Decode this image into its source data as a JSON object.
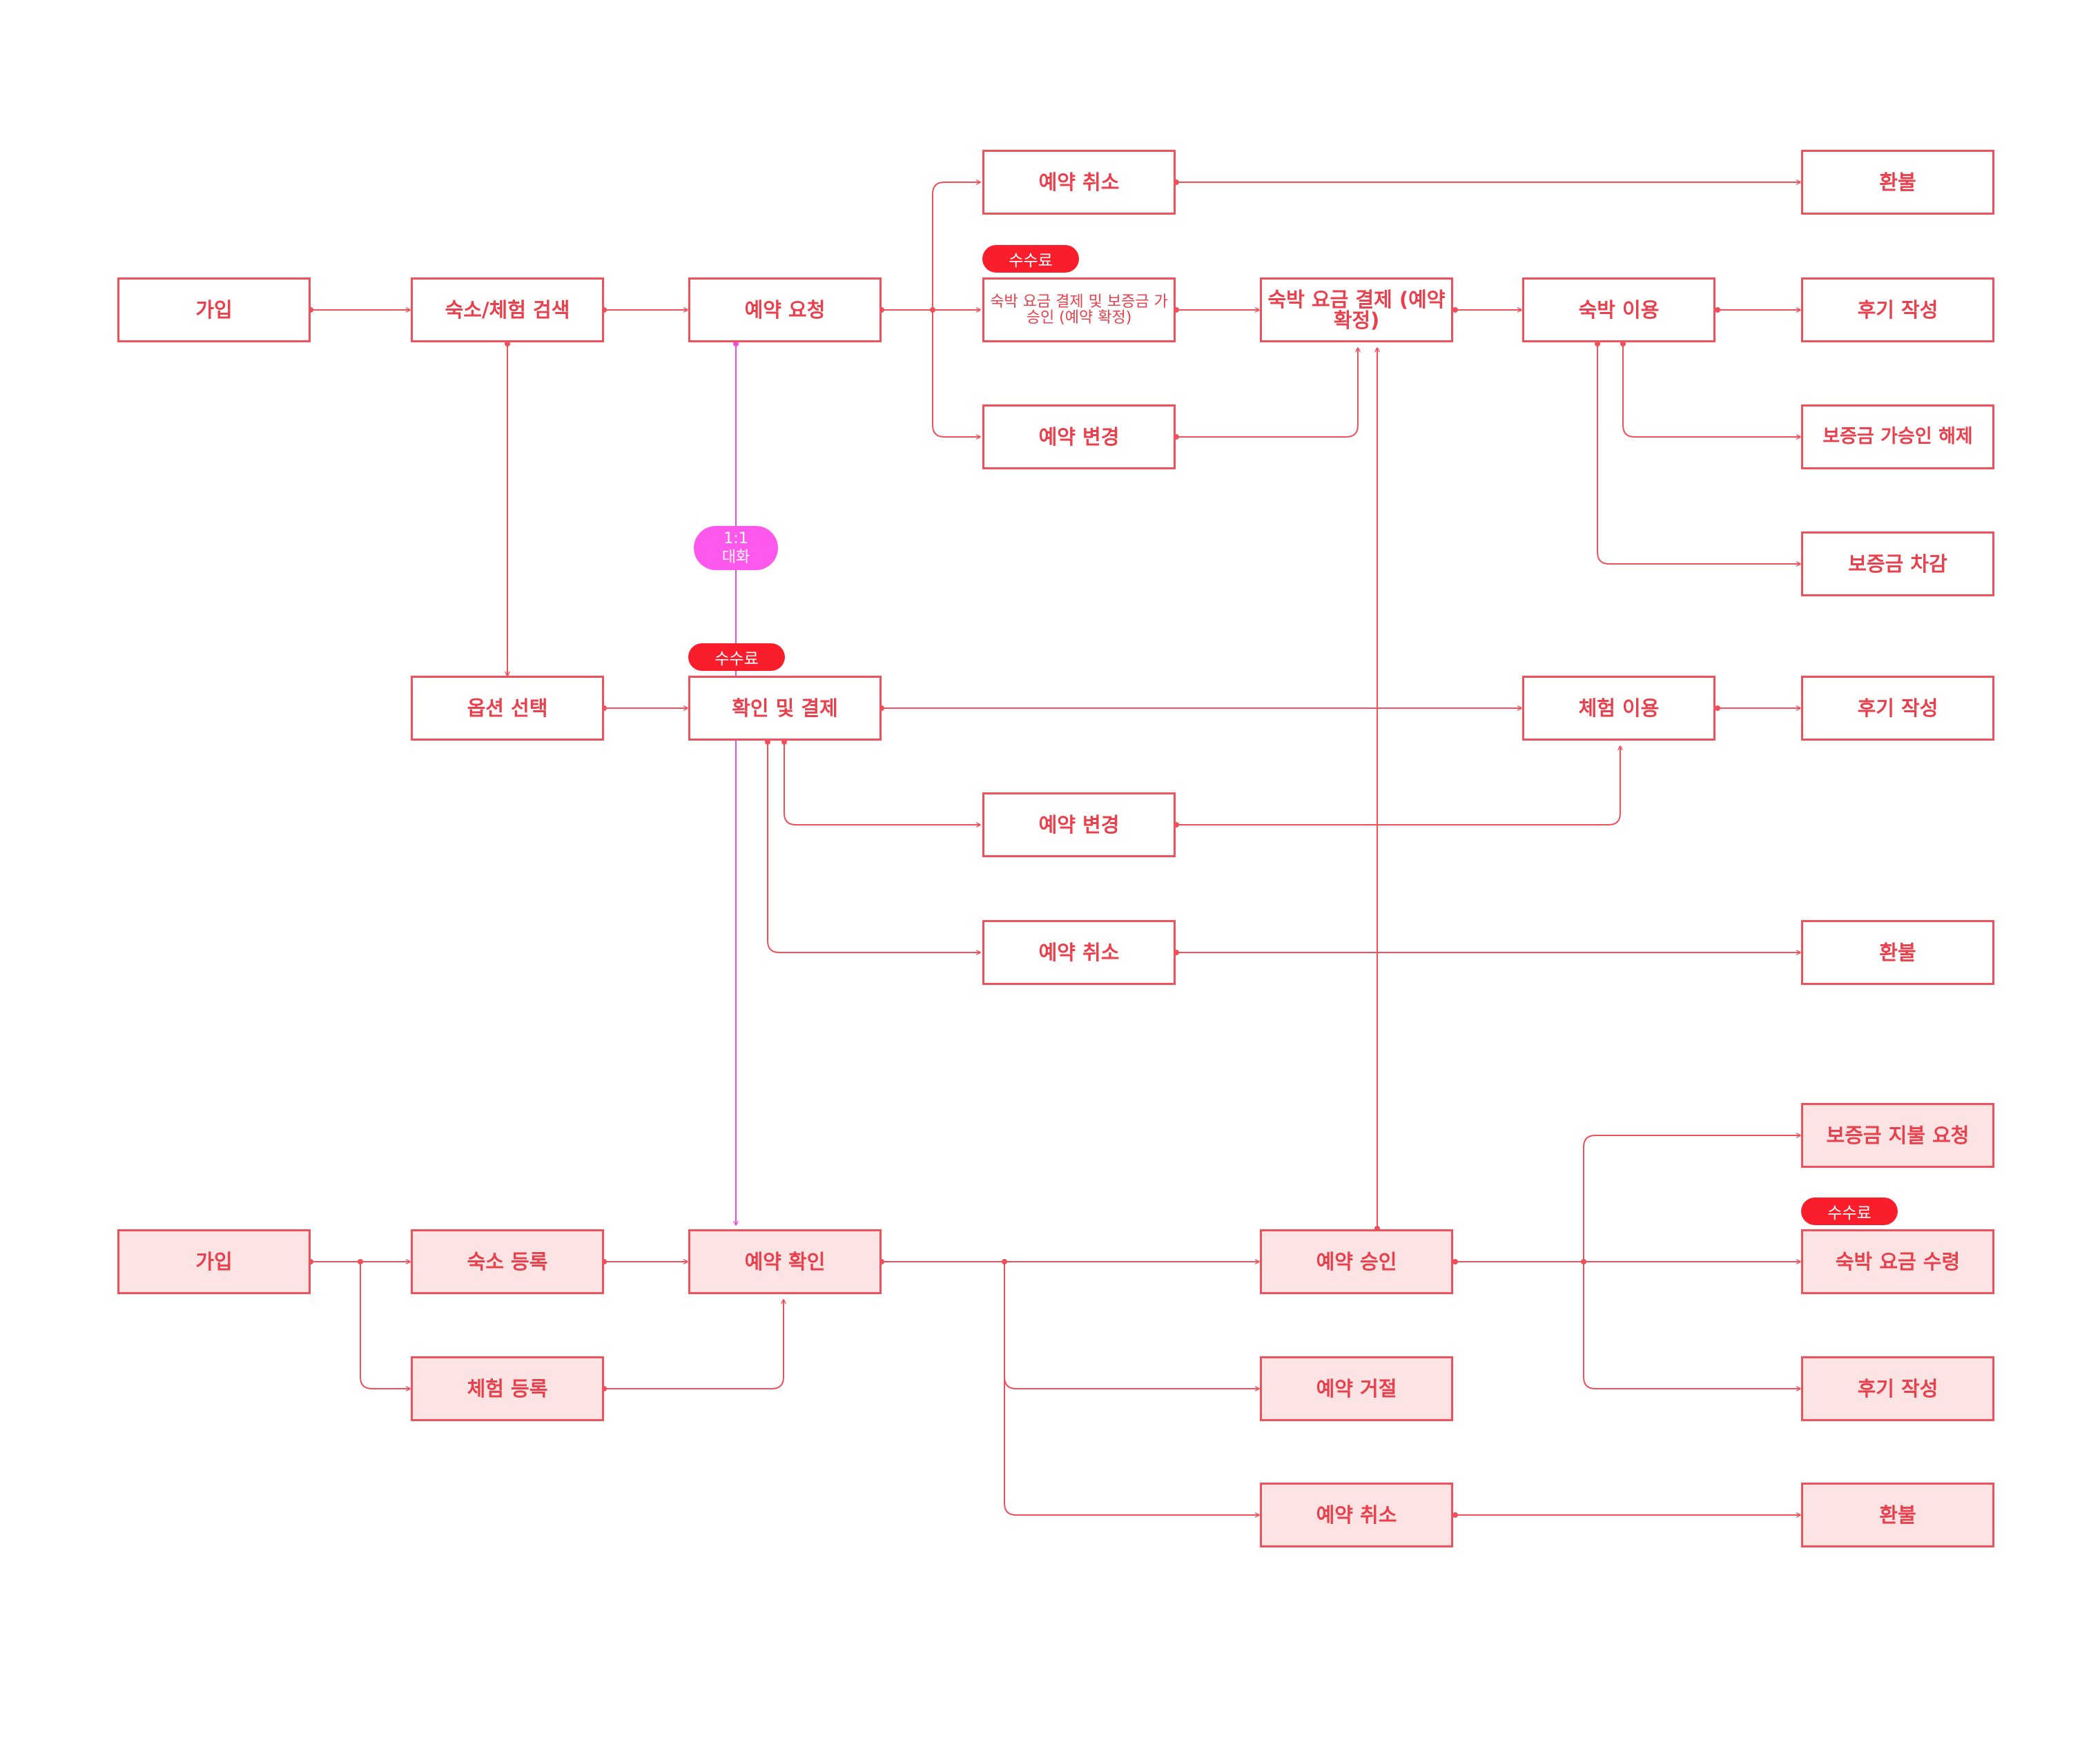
{
  "colors": {
    "line": "#f0505b",
    "chat_line": "#ec4ee6",
    "text": "#e8404c",
    "host_fill": "#fde4e4",
    "badge": "#fa1e2d",
    "chat": "#ff58ec"
  },
  "guest": {
    "signup": "가입",
    "search": "숙소/체험 검색",
    "booking_request": "예약 요청",
    "cancel_stay": "예약 취소",
    "refund_stay": "환불",
    "stay_payment_deposit": "숙박 요금 결제 및 보증금 가승인 (예약 확정)",
    "stay_payment_confirm": "숙박 요금 결제 (예약 확정)",
    "stay_use": "숙박 이용",
    "review_stay": "후기 작성",
    "change_stay": "예약 변경",
    "deposit_release": "보증금 가승인 해제",
    "deposit_deduct": "보증금 차감",
    "option_select": "옵션 선택",
    "confirm_pay": "확인 및 결제",
    "exp_use": "체험 이용",
    "review_exp": "후기 작성",
    "change_exp": "예약 변경",
    "cancel_exp": "예약 취소",
    "refund_exp": "환불"
  },
  "host": {
    "signup": "가입",
    "stay_register": "숙소 등록",
    "exp_register": "체험 등록",
    "booking_check": "예약 확인",
    "approve": "예약 승인",
    "reject": "예약 거절",
    "cancel": "예약 취소",
    "refund": "환불",
    "deposit_request": "보증금 지불 요청",
    "stay_fee_receive": "숙박 요금 수령",
    "review": "후기 작성"
  },
  "badges": {
    "fee": "수수료"
  },
  "chat": {
    "ratio": "1:1",
    "label": "대화"
  }
}
